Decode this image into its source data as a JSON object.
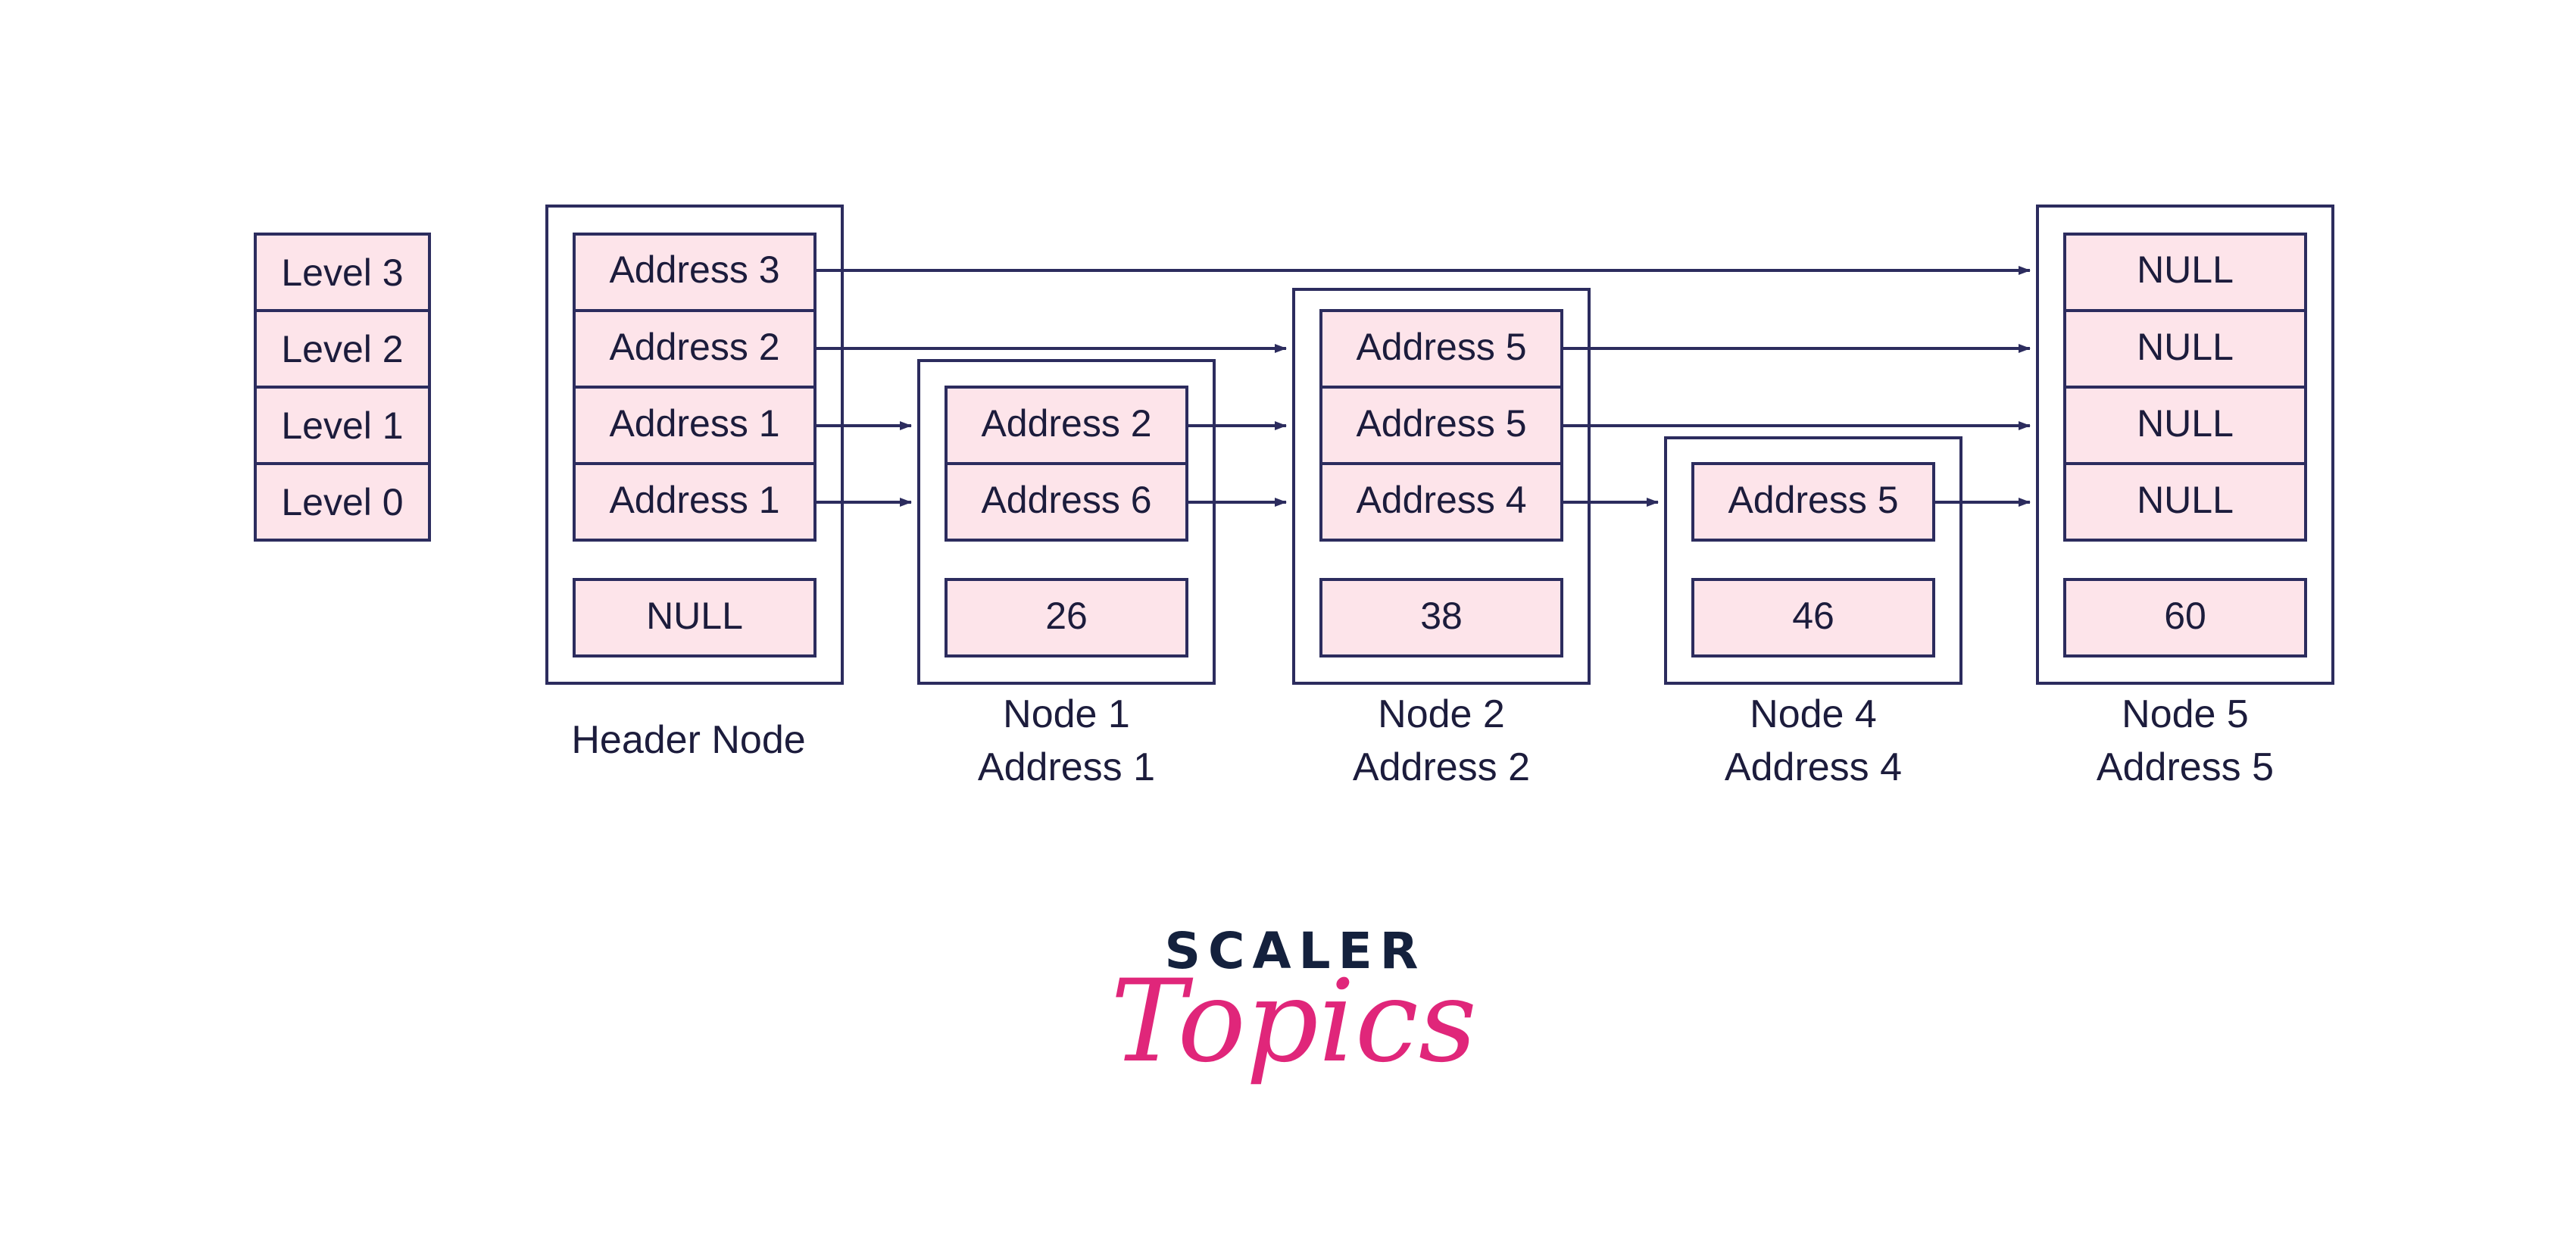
{
  "levels": [
    "Level 3",
    "Level 2",
    "Level 1",
    "Level 0"
  ],
  "header_node": {
    "pointers": [
      "Address 3",
      "Address 2",
      "Address 1",
      "Address 1"
    ],
    "value": "NULL",
    "caption": "Header Node"
  },
  "node1": {
    "pointers": [
      "Address 2",
      "Address 6"
    ],
    "value": "26",
    "caption_line1": "Node 1",
    "caption_line2": "Address 1"
  },
  "node2": {
    "pointers": [
      "Address 5",
      "Address 5",
      "Address 4"
    ],
    "value": "38",
    "caption_line1": "Node 2",
    "caption_line2": "Address 2"
  },
  "node4": {
    "pointers": [
      "Address 5"
    ],
    "value": "46",
    "caption_line1": "Node 4",
    "caption_line2": "Address 4"
  },
  "node5": {
    "pointers": [
      "NULL",
      "NULL",
      "NULL",
      "NULL"
    ],
    "value": "60",
    "caption_line1": "Node 5",
    "caption_line2": "Address 5"
  },
  "logo": {
    "brand": "SCALER",
    "product": "Topics"
  },
  "colors": {
    "cell_fill": "#fde4ea",
    "stroke": "#2c2c5e",
    "brand_navy": "#14213d",
    "brand_pink": "#e0267a"
  }
}
